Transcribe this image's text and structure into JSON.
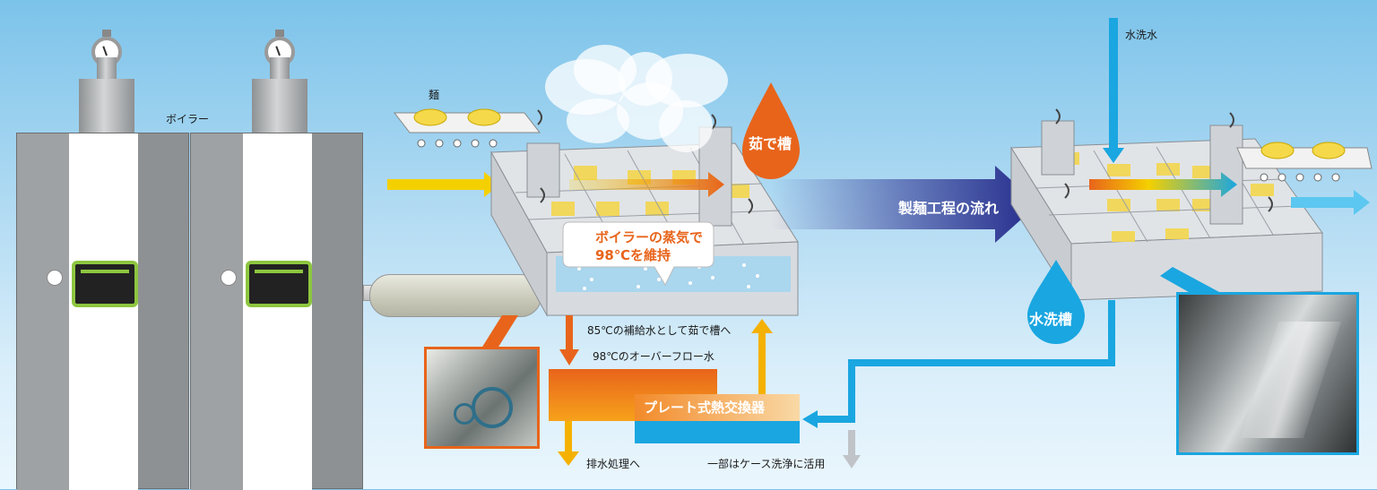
{
  "labels": {
    "boiler": "ボイラー",
    "noodle": "麺",
    "boil_tank": "茹で槽",
    "steam_note_line1": "ボイラーの蒸気で",
    "steam_note_line2": "98℃を維持",
    "process_flow": "製麺工程の流れ",
    "wash_water": "水洗水",
    "wash_tank": "水洗槽",
    "makeup_water": "85℃の補給水として茹で槽へ",
    "overflow_water": "98℃のオーバーフロー水",
    "heat_exchanger": "プレート式熱交換器",
    "drain": "排水処理へ",
    "case_wash": "一部はケース洗浄に活用"
  },
  "colors": {
    "hot": "#e8641b",
    "cold": "#1aa6e0",
    "flow_arrow": "#2b2f8f",
    "feed_arrow": "#f5d000",
    "boiler_window": "#8dc63f"
  }
}
